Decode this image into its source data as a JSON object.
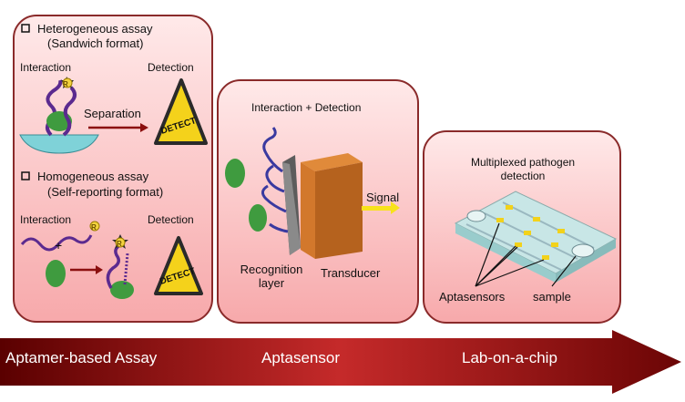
{
  "panel_assay": {
    "heterogeneous_title": "Heterogeneous assay",
    "heterogeneous_format": "(Sandwich format)",
    "interaction_label": "Interaction",
    "detection_label": "Detection",
    "separation_label": "Separation",
    "homogeneous_title": "Homogeneous assay",
    "homogeneous_format": "(Self-reporting format)",
    "interaction_label_2": "Interaction",
    "detection_label_2": "Detection",
    "plus_sign": "+",
    "detect_sign_text": "DETECT",
    "detect_sign_text_2": "DETECT",
    "reporter_letter": "R",
    "reporter_letter_2": "R",
    "reporter_letter_3": "R"
  },
  "panel_aptasensor": {
    "title": "Interaction + Detection",
    "signal_label": "Signal",
    "recognition_label_1": "Recognition",
    "recognition_label_2": "layer",
    "transducer_label": "Transducer"
  },
  "panel_lab": {
    "title_1": "Multiplexed pathogen",
    "title_2": "detection",
    "aptasensors_label": "Aptasensors",
    "sample_label": "sample"
  },
  "timeline": {
    "stage_1": "Aptamer-based Assay",
    "stage_2": "Aptasensor",
    "stage_3": "Lab-on-a-chip"
  },
  "colors": {
    "panel_border": "#8a2a2a",
    "arrow_dark": "#5a0000",
    "arrow_light": "#c52a2a",
    "aptamer": "#5b2a8f",
    "target": "#3f9b3f",
    "sign_yellow": "#f4d21b"
  },
  "icons": [
    "checkbox-icon",
    "aptamer-icon",
    "reporter-star-icon",
    "pathogen-icon",
    "detect-warning-sign-icon",
    "arrow-icon",
    "chip-icon"
  ]
}
